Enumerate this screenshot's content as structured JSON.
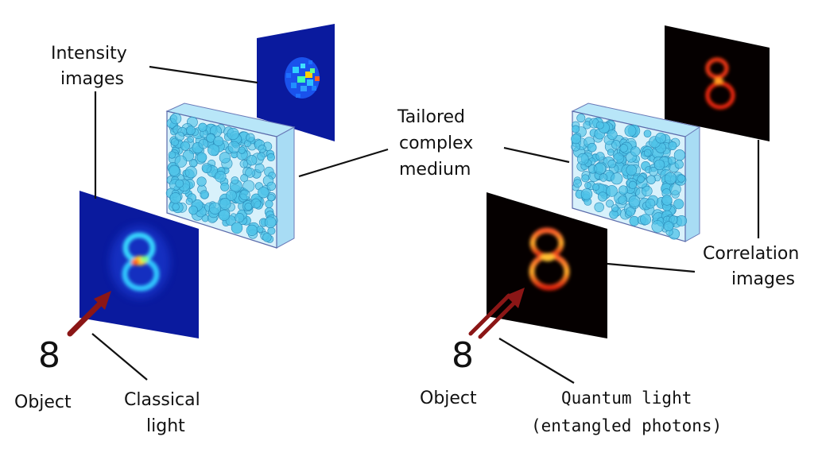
{
  "labels": {
    "intensity_line1": "Intensity",
    "intensity_line2": "images",
    "medium_line1": "Tailored",
    "medium_line2": "complex",
    "medium_line3": "medium",
    "correlation_line1": "Correlation",
    "correlation_line2": "images",
    "object_left": "Object",
    "object_right": "Object",
    "classical_line1": "Classical",
    "classical_line2": "light",
    "quantum_line1": "Quantum light",
    "quantum_line2": "(entangled photons)",
    "object_symbol_left": "8",
    "object_symbol_right": "8"
  },
  "colors": {
    "classical_panel": "#0a1a9e",
    "quantum_panel": "#050000",
    "medium_fill": "#cfeefa",
    "bubble": "#4fc3e8",
    "arrow": "#8b1616",
    "leader_line": "#111111"
  }
}
